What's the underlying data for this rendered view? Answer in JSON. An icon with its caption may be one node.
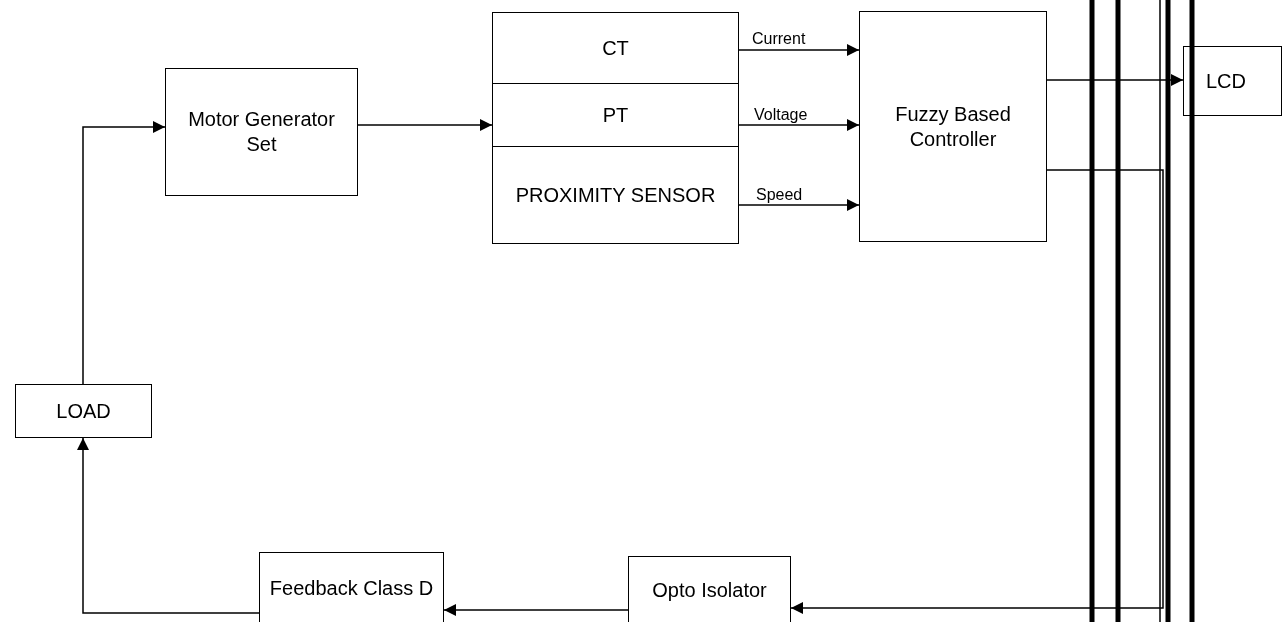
{
  "diagram": {
    "nodes": [
      {
        "text": [
          "Motor Generator Set"
        ]
      },
      {
        "text": [
          "CT"
        ]
      },
      {
        "text": [
          "PT"
        ]
      },
      {
        "text": [
          "PROXIMITY SENSOR"
        ]
      },
      {
        "text": [
          "Fuzzy Based Controller"
        ]
      },
      {
        "text": [
          "LCD"
        ]
      },
      {
        "text": [
          "LOAD"
        ]
      },
      {
        "text": [
          "Feedback Class D"
        ]
      },
      {
        "text": [
          "Opto Isolator"
        ]
      }
    ],
    "edges": [
      {
        "from": 6,
        "to": 0,
        "arrow": "to"
      },
      {
        "from": 0,
        "to": 2,
        "arrow": "to"
      },
      {
        "from": 1,
        "to": 4,
        "arrow": "to",
        "label": "Current"
      },
      {
        "from": 2,
        "to": 4,
        "arrow": "to",
        "label": "Voltage"
      },
      {
        "from": 3,
        "to": 4,
        "arrow": "to",
        "label": "Speed"
      },
      {
        "from": 4,
        "to": 5,
        "arrow": "to"
      },
      {
        "from": 4,
        "to": 8,
        "arrow": "to"
      },
      {
        "from": 8,
        "to": 7,
        "arrow": "to"
      },
      {
        "from": 7,
        "to": 6,
        "arrow": "to"
      }
    ]
  }
}
